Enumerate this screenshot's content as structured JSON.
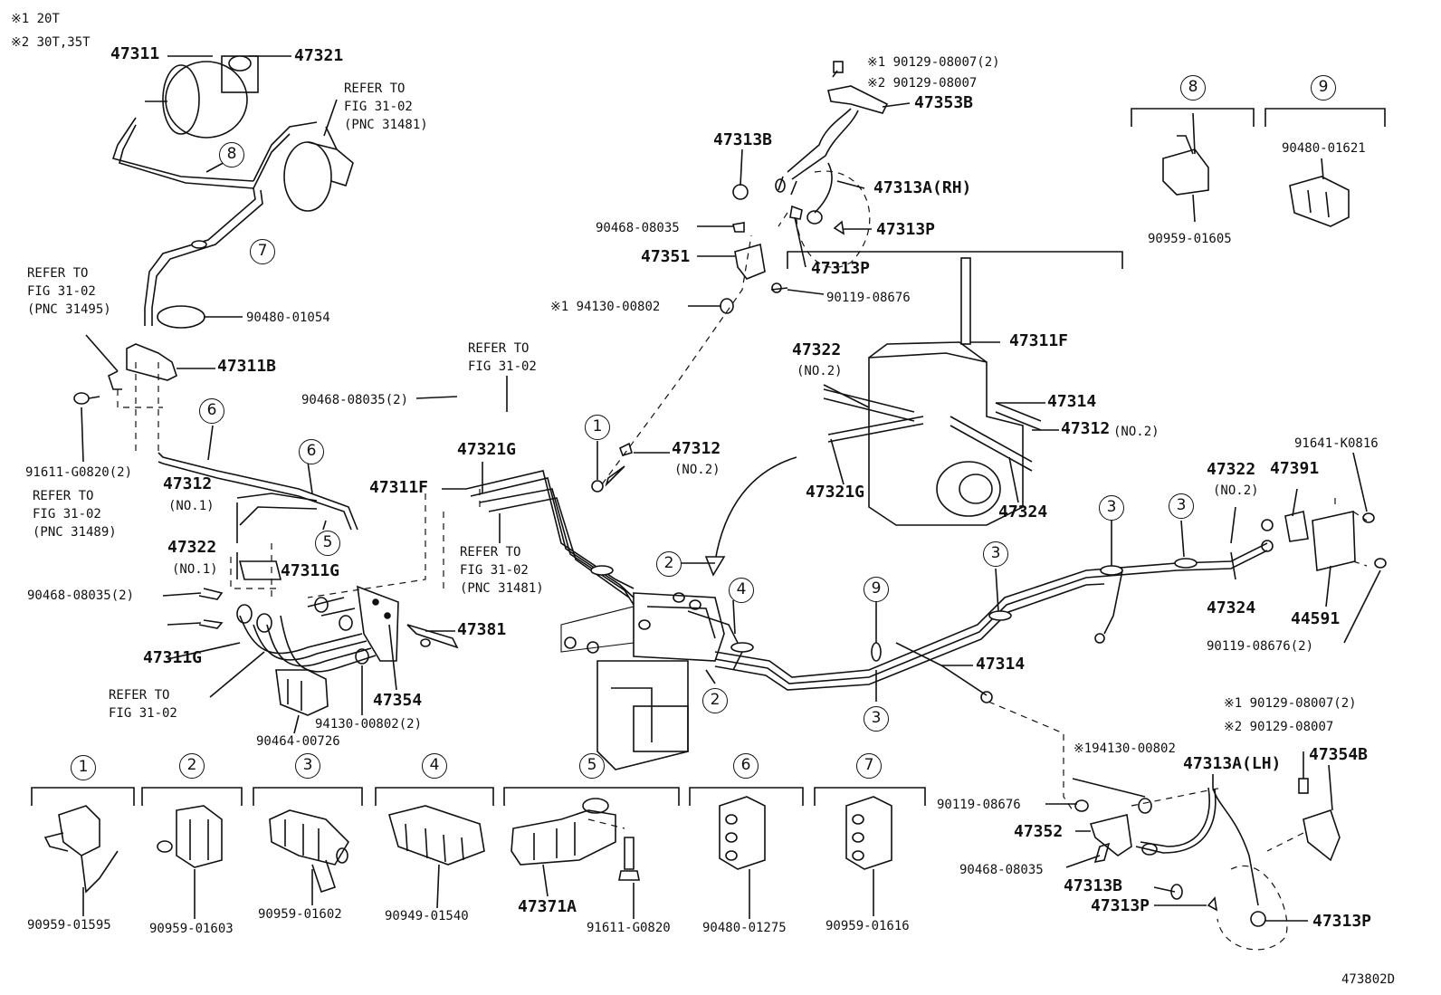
{
  "notes": {
    "n1": "※1 20T",
    "n2": "※2 30T,35T"
  },
  "refer": {
    "r1": [
      "REFER TO",
      "FIG 31-02",
      "(PNC 31481)"
    ],
    "r2": [
      "REFER TO",
      "FIG 31-02",
      "(PNC 31495)"
    ],
    "r3": [
      "REFER TO",
      "FIG 31-02",
      "(PNC 31489)"
    ],
    "r4": [
      "REFER TO",
      "FIG 31-02"
    ],
    "r5": [
      "REFER TO",
      "FIG 31-02",
      "(PNC 31481)"
    ],
    "r6": [
      "REFER TO",
      "FIG 31-02"
    ]
  },
  "parts": {
    "p47311": "47311",
    "p47321": "47321",
    "p90480_01054": "90480-01054",
    "p47311B": "47311B",
    "p91611_G0820_2": "91611-G0820(2)",
    "p47312": "47312",
    "p47312_no1": "(NO.1)",
    "p47322": "47322",
    "p47322_no1": "(NO.1)",
    "p47311G_a": "47311G",
    "p47311G_b": "47311G",
    "p90468_08035_2a": "90468-08035(2)",
    "p90468_08035_2b": "90468-08035(2)",
    "p47321G": "47321G",
    "p47311F": "47311F",
    "p47381": "47381",
    "p47354": "47354",
    "p94130_00802_2": "94130-00802(2)",
    "p90464_00726": "90464-00726",
    "p47312_mid": "47312",
    "p47312_mid_no2": "(NO.2)",
    "p90129_08007_2_top": "※1 90129-08007(2)",
    "p90129_08007_top": "※2 90129-08007",
    "p47353B": "47353B",
    "p47313B_top": "47313B",
    "p47313A_RH": "47313A(RH)",
    "p90468_08035_top": "90468-08035",
    "p47313P_a": "47313P",
    "p47313P_b": "47313P",
    "p47351": "47351",
    "p94130_00802_top": "※1 94130-00802",
    "p90119_08676_top": "90119-08676",
    "p47311F_box": "47311F",
    "p47322_box": "47322",
    "p47322_box_no2": "(NO.2)",
    "p47314_box": "47314",
    "p47312_box": "47312",
    "p47312_box_no2": "(NO.2)",
    "p47321G_box": "47321G",
    "p47324_box": "47324",
    "p90480_01621": "90480-01621",
    "p90959_01605": "90959-01605",
    "p91641_K0816": "91641-K0816",
    "p47322_right": "47322",
    "p47322_right_no2": "(NO.2)",
    "p47391": "47391",
    "p47324_right": "47324",
    "p44591": "44591",
    "p90119_08676_2": "90119-08676(2)",
    "p47314_mid": "47314",
    "p90129_08007_2_bot": "※1 90129-08007(2)",
    "p90129_08007_bot": "※2 90129-08007",
    "p94130_00802_bot": "※194130-00802",
    "p47313A_LH": "47313A(LH)",
    "p47354B": "47354B",
    "p90119_08676_bot": "90119-08676",
    "p47352": "47352",
    "p90468_08035_bot": "90468-08035",
    "p47313B_bot": "47313B",
    "p47313P_c": "47313P",
    "p47313P_d": "47313P",
    "c1": "90959-01595",
    "c2": "90959-01603",
    "c3": "90959-01602",
    "c4": "90949-01540",
    "c5": "47371A",
    "c5b": "91611-G0820",
    "c6": "90480-01275",
    "c7": "90959-01616"
  },
  "callouts": [
    "1",
    "2",
    "3",
    "4",
    "5",
    "6",
    "7",
    "8",
    "9"
  ],
  "figure_code": "473802D"
}
